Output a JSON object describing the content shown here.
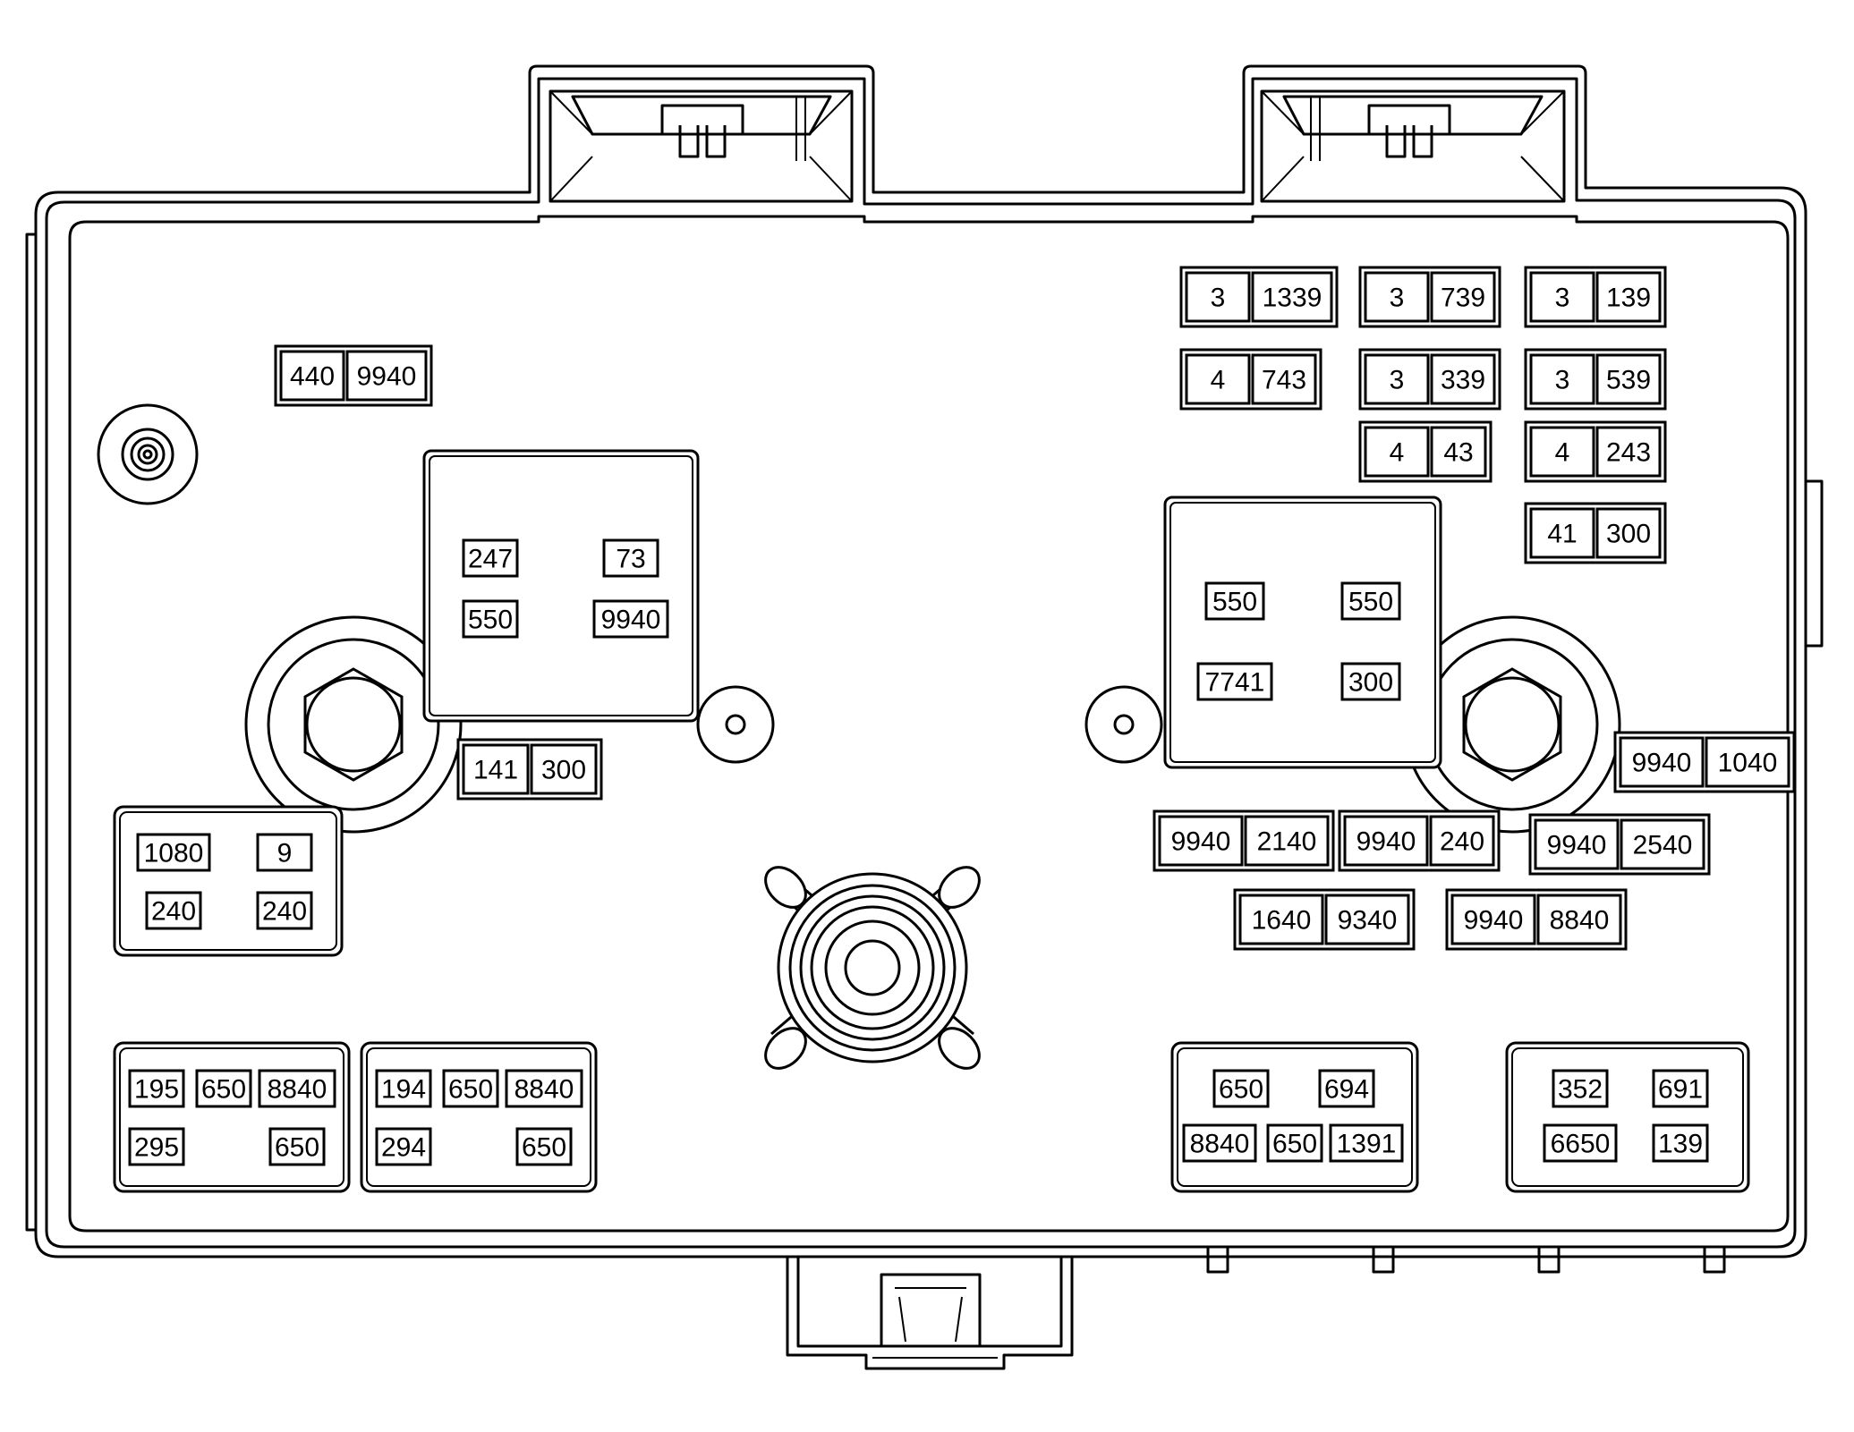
{
  "colors": {
    "line": "#000000",
    "background": "#ffffff"
  },
  "housing": {
    "label_groups": [
      {
        "name": "pair-440-9940",
        "labels": [
          "440",
          "9940"
        ]
      },
      {
        "name": "pair-3-1339",
        "labels": [
          "3",
          "1339"
        ]
      },
      {
        "name": "pair-3-739",
        "labels": [
          "3",
          "739"
        ]
      },
      {
        "name": "pair-3-139",
        "labels": [
          "3",
          "139"
        ]
      },
      {
        "name": "pair-4-743",
        "labels": [
          "4",
          "743"
        ]
      },
      {
        "name": "pair-3-339",
        "labels": [
          "3",
          "339"
        ]
      },
      {
        "name": "pair-3-539",
        "labels": [
          "3",
          "539"
        ]
      },
      {
        "name": "pair-4-43",
        "labels": [
          "4",
          "43"
        ]
      },
      {
        "name": "pair-4-243",
        "labels": [
          "4",
          "243"
        ]
      },
      {
        "name": "pair-41-300",
        "labels": [
          "41",
          "300"
        ]
      },
      {
        "name": "pair-141-300",
        "labels": [
          "141",
          "300"
        ]
      },
      {
        "name": "pair-9940-1040",
        "labels": [
          "9940",
          "1040"
        ]
      },
      {
        "name": "pair-9940-2140",
        "labels": [
          "9940",
          "2140"
        ]
      },
      {
        "name": "pair-9940-240",
        "labels": [
          "9940",
          "240"
        ]
      },
      {
        "name": "pair-9940-2540",
        "labels": [
          "9940",
          "2540"
        ]
      },
      {
        "name": "pair-1640-9340",
        "labels": [
          "1640",
          "9340"
        ]
      },
      {
        "name": "pair-9940-8840",
        "labels": [
          "9940",
          "8840"
        ]
      }
    ],
    "relay_left": {
      "labels": [
        "247",
        "73",
        "550",
        "9940"
      ]
    },
    "relay_right": {
      "labels": [
        "550",
        "550",
        "7741",
        "300"
      ]
    },
    "block_1080": {
      "labels": [
        "1080",
        "9",
        "240",
        "240"
      ]
    },
    "block_195": {
      "labels": [
        "195",
        "650",
        "8840",
        "295",
        "650"
      ]
    },
    "block_194": {
      "labels": [
        "194",
        "650",
        "8840",
        "294",
        "650"
      ]
    },
    "block_650": {
      "labels": [
        "650",
        "694",
        "8840",
        "650",
        "1391"
      ]
    },
    "block_352": {
      "labels": [
        "352",
        "691",
        "6650",
        "139"
      ]
    }
  }
}
